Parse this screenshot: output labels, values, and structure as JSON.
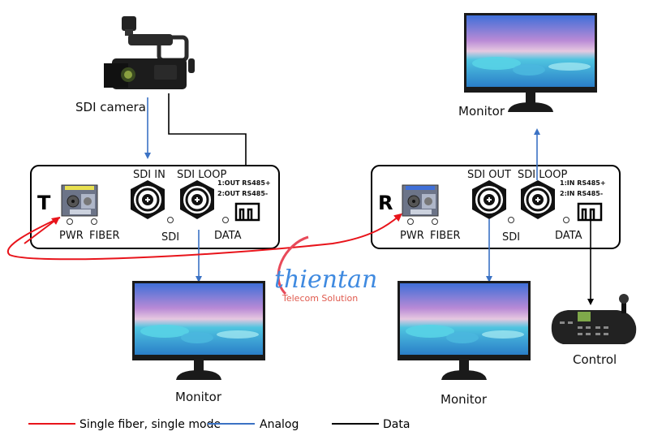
{
  "diagram": {
    "title": "SDI over fiber transmitter / receiver connection diagram",
    "camera": {
      "label": "SDI camera",
      "icon": "video-camera-icon"
    },
    "transmitter": {
      "tag": "T",
      "ports": {
        "sdi_in": "SDI IN",
        "sdi_loop": "SDI LOOP"
      },
      "leds": {
        "pwr": "PWR",
        "fiber": "FIBER",
        "sdi": "SDI",
        "data": "DATA"
      },
      "data_pins": [
        "1:OUT RS485+",
        "2:OUT RS485-"
      ],
      "sfp_color": "#e8e050"
    },
    "receiver": {
      "tag": "R",
      "ports": {
        "sdi_out": "SDI OUT",
        "sdi_loop": "SDI LOOP"
      },
      "leds": {
        "pwr": "PWR",
        "fiber": "FIBER",
        "sdi": "SDI",
        "data": "DATA"
      },
      "data_pins": [
        "1:IN RS485+",
        "2:IN RS485-"
      ],
      "sfp_color": "#3f6fd8"
    },
    "monitors": {
      "top_right": "Monitor",
      "bottom_left": "Monitor",
      "bottom_middle": "Monitor"
    },
    "controller": {
      "label": "Control",
      "icon": "ptz-keyboard-controller-icon"
    },
    "logo": {
      "name": "thientan",
      "tagline": "Telecom Solution"
    },
    "legend": [
      {
        "label": "Single fiber, single mode",
        "color": "#e8141b"
      },
      {
        "label": "Analog",
        "color": "#3b72c4"
      },
      {
        "label": "Data",
        "color": "#000000"
      }
    ]
  }
}
